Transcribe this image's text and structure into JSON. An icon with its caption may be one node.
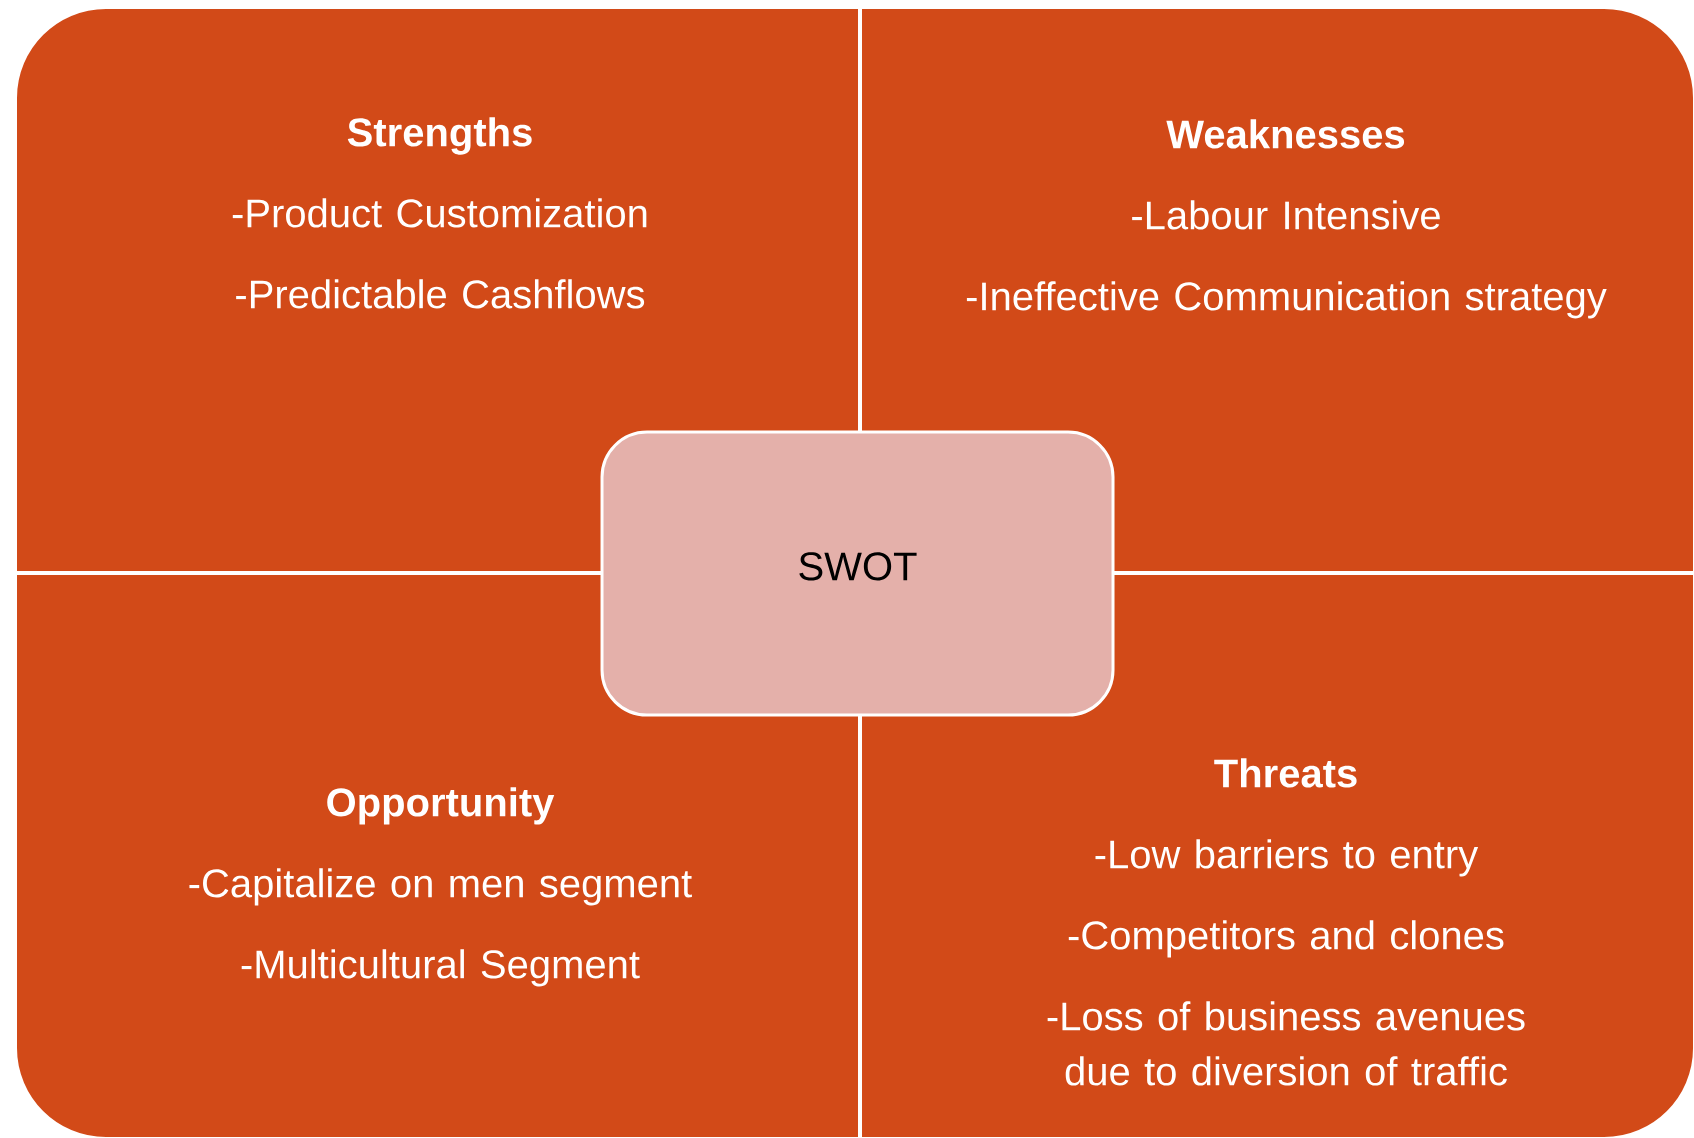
{
  "diagram": {
    "nodes": [
      {
        "text": [
          "Strengths",
          "-Product Customization",
          "-Predictable Cashflows"
        ]
      },
      {
        "text": [
          "Weaknesses",
          "-Labour Intensive",
          "-Ineffective Communication strategy"
        ]
      },
      {
        "text": [
          "SWOT"
        ]
      },
      {
        "text": [
          "Opportunity",
          "-Capitalize on men segment",
          "-Multicultural Segment"
        ]
      },
      {
        "text": [
          "Threats",
          "-Low barriers to entry",
          "-Competitors and clones",
          "-Loss of business avenues due to diversion of traffic"
        ]
      }
    ]
  }
}
